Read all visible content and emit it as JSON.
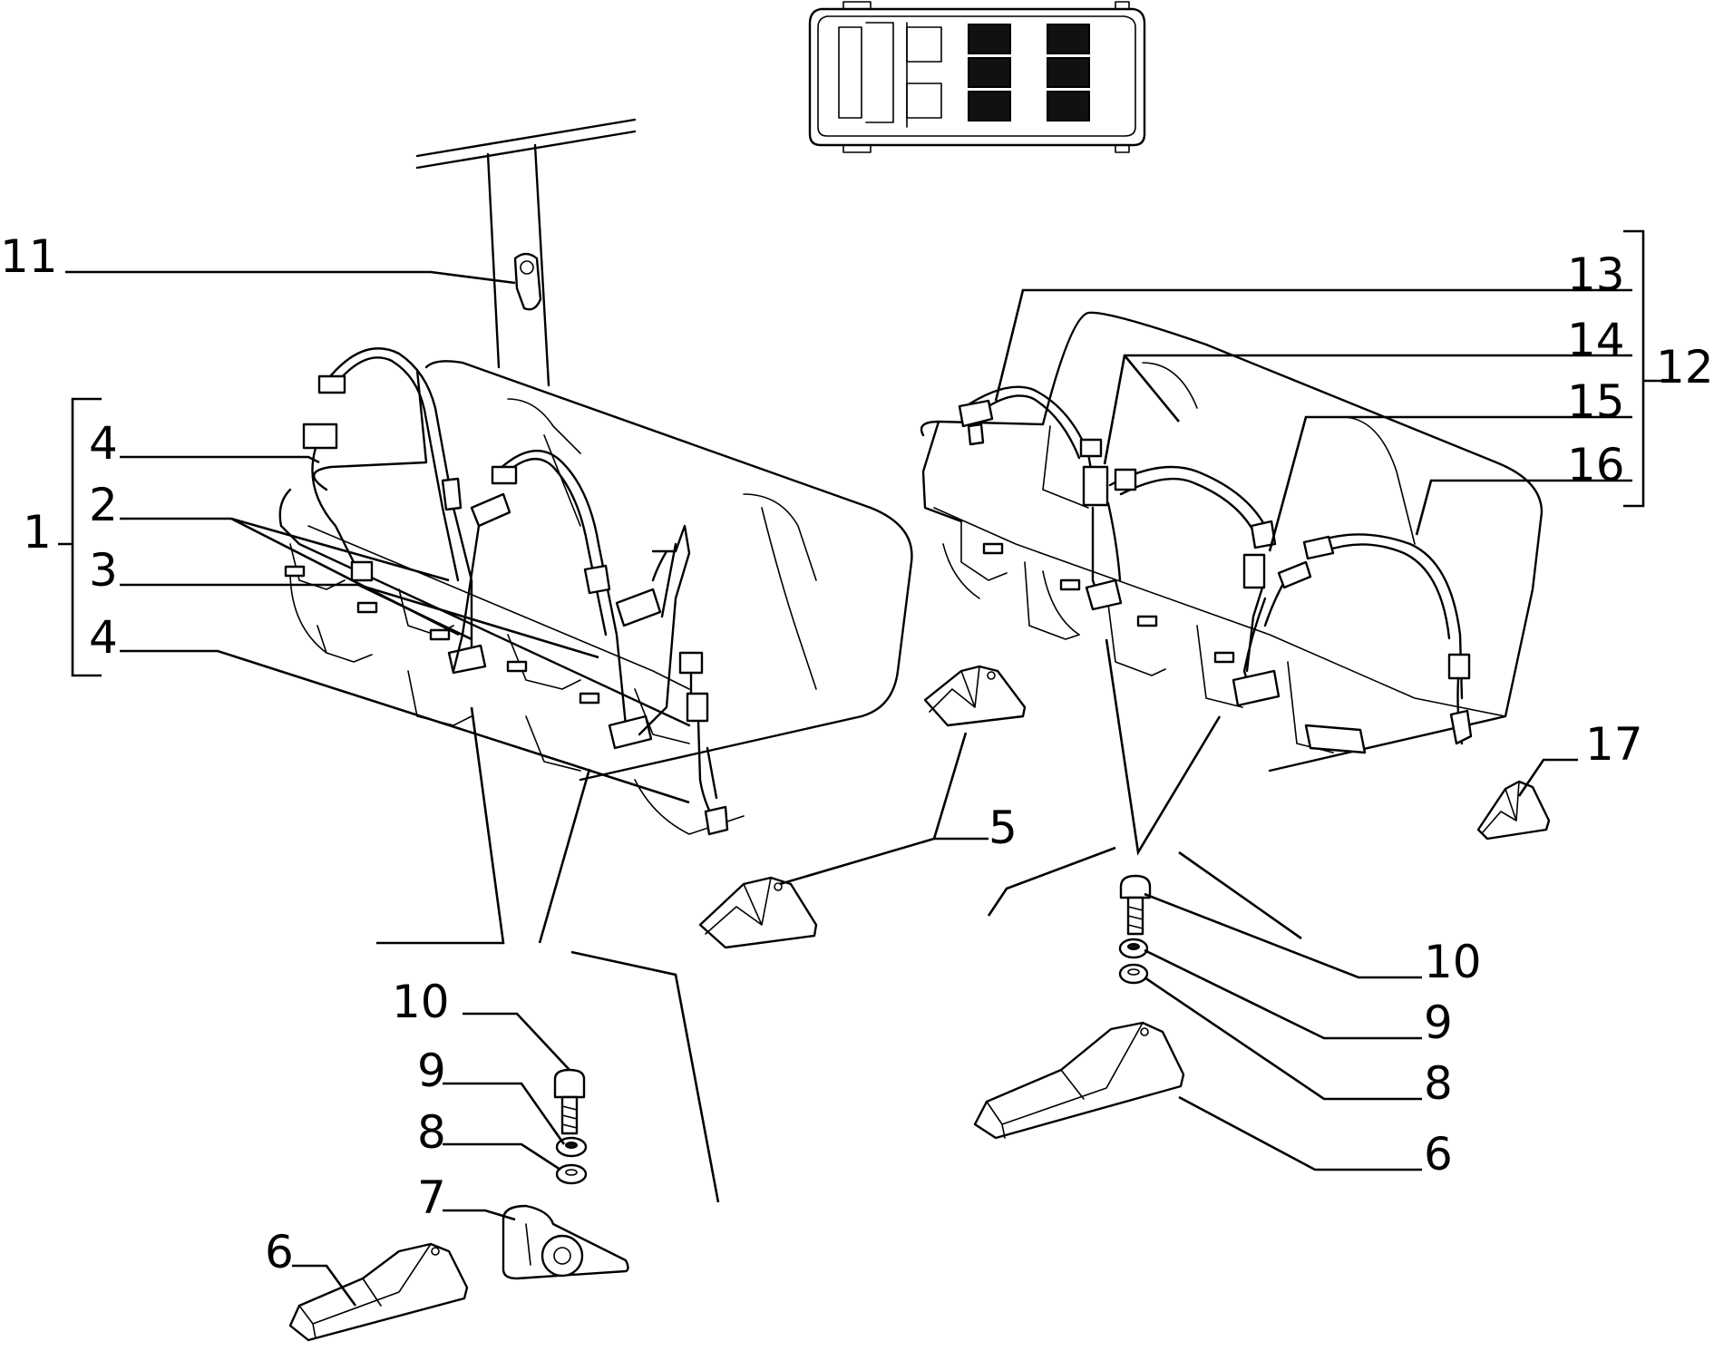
{
  "callouts": {
    "c11": "11",
    "c4a": "4",
    "c2": "2",
    "c3": "3",
    "c4b": "4",
    "c1": "1",
    "c13": "13",
    "c14": "14",
    "c15": "15",
    "c16": "16",
    "c12": "12",
    "c17": "17",
    "c5": "5",
    "c10a": "10",
    "c9a": "9",
    "c8a": "8",
    "c7": "7",
    "c6a": "6",
    "c10b": "10",
    "c9b": "9",
    "c8b": "8",
    "c6b": "6"
  },
  "icons": {
    "vehicle_locator": "van-seat-layout-icon",
    "seat_bench_left": "rear-bench-seat-icon",
    "seat_bench_right": "rear-bench-seat-icon",
    "bracket": "seat-mounting-bracket-icon",
    "bolt": "bolt-icon",
    "washer": "washer-icon",
    "pulley": "belt-pulley-icon",
    "anchor_plate": "anchor-plate-icon"
  }
}
